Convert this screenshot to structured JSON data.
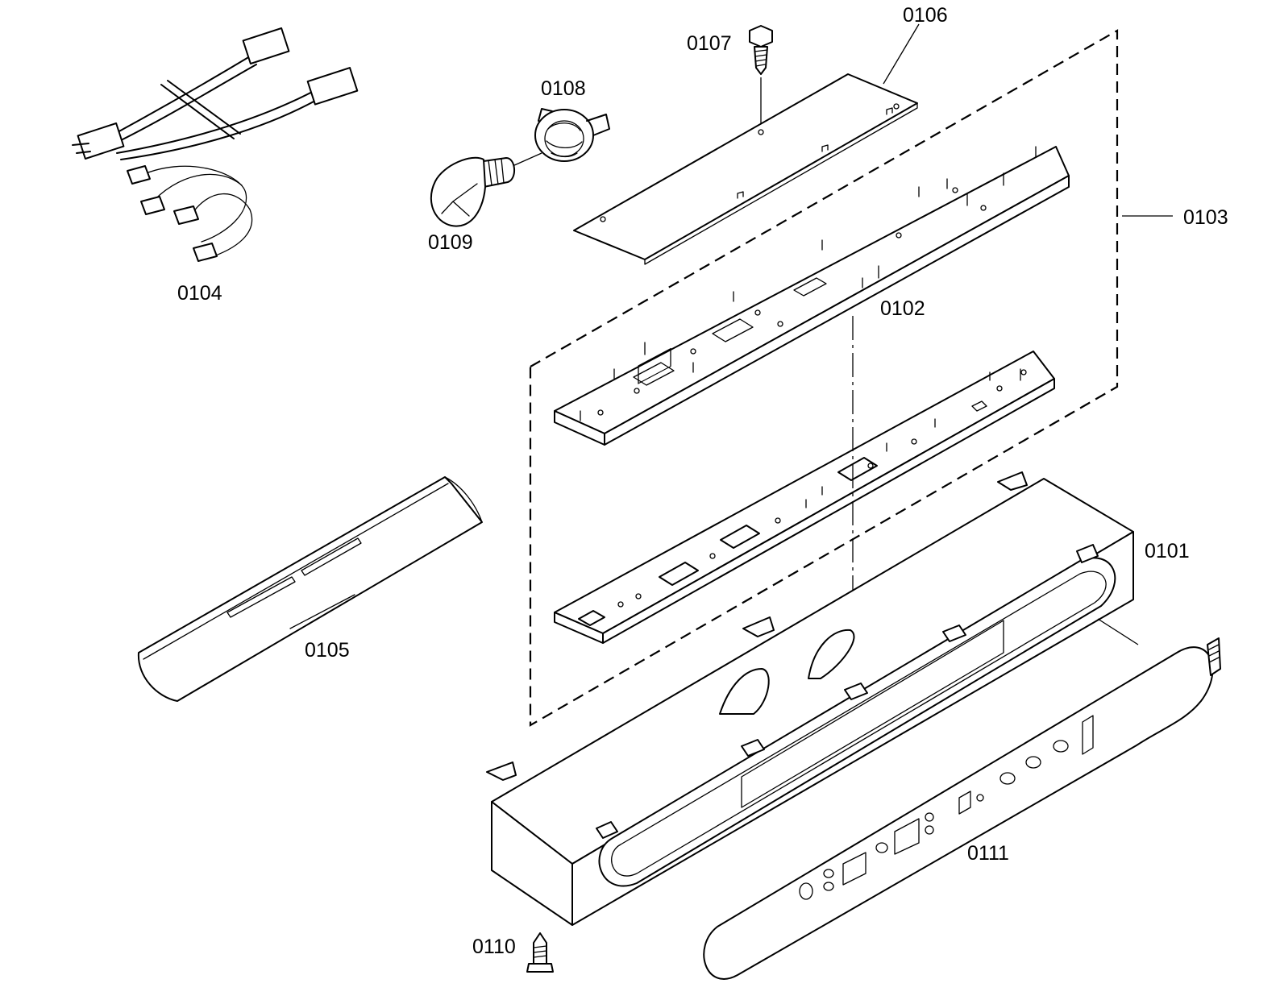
{
  "diagram": {
    "parts": [
      {
        "id": "wire-harness",
        "label": "0104"
      },
      {
        "id": "lamp-socket",
        "label": "0108"
      },
      {
        "id": "lamp-bulb",
        "label": "0109"
      },
      {
        "id": "screw-top",
        "label": "0107"
      },
      {
        "id": "cover-plate",
        "label": "0106"
      },
      {
        "id": "control-board-assembly",
        "label": "0103"
      },
      {
        "id": "control-board",
        "label": "0102"
      },
      {
        "id": "reflector-channel",
        "label": "0105"
      },
      {
        "id": "housing",
        "label": "0101"
      },
      {
        "id": "front-panel",
        "label": "0111"
      },
      {
        "id": "screw-bottom",
        "label": "0110"
      }
    ]
  }
}
